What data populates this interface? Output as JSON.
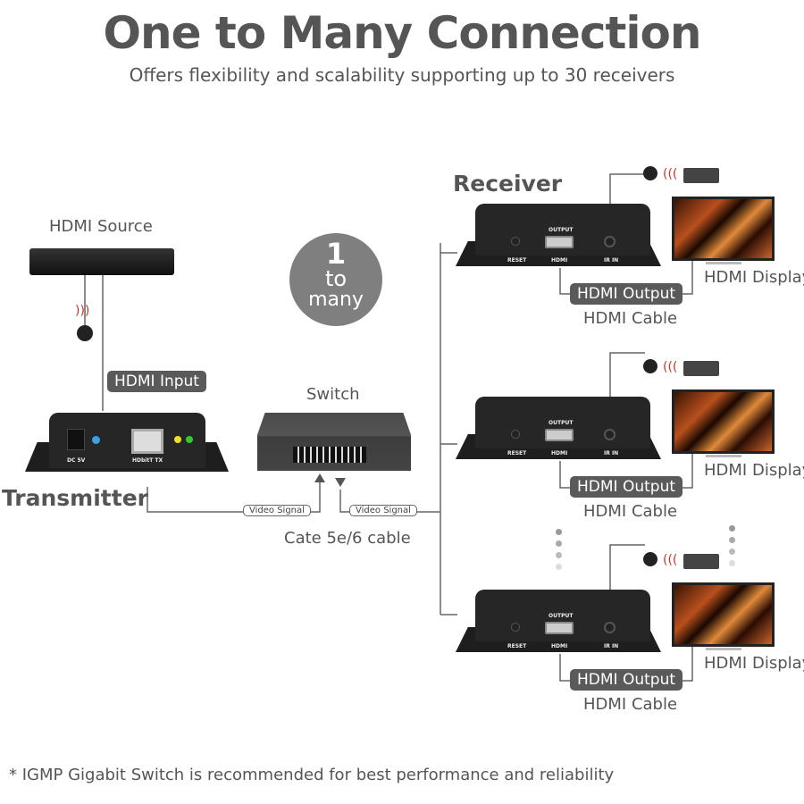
{
  "title": "One to Many Connection",
  "subtitle": "Offers flexibility and scalability supporting up to 30 receivers",
  "source_label": "HDMI Source",
  "hdmi_input_label": "HDMI Input",
  "transmitter_label": "Transmitter",
  "transmitter_ports": {
    "dc": "DC 5V",
    "hdbt": "HDbitT TX"
  },
  "circle": {
    "number": "1",
    "word1": "to",
    "word2": "many"
  },
  "switch_label": "Switch",
  "video_signal": "Video Signal",
  "cable_label": "Cate 5e/6 cable",
  "receiver_label": "Receiver",
  "receiver_ports": {
    "output": "OUTPUT",
    "reset": "RESET",
    "hdmi": "HDMI",
    "irin": "IR IN"
  },
  "receivers": [
    {
      "output": "HDMI Output",
      "cable": "HDMI Cable",
      "display": "HDMI Display"
    },
    {
      "output": "HDMI Output",
      "cable": "HDMI Cable",
      "display": "HDMI Display"
    },
    {
      "output": "HDMI Output",
      "cable": "HDMI Cable",
      "display": "HDMI Display"
    }
  ],
  "footnote": "* IGMP Gigabit Switch is recommended for best performance and reliability",
  "colors": {
    "text": "#555555",
    "pill": "#5a5a5a",
    "circle": "#7f7f7f",
    "ir_wave": "#c0392b"
  }
}
